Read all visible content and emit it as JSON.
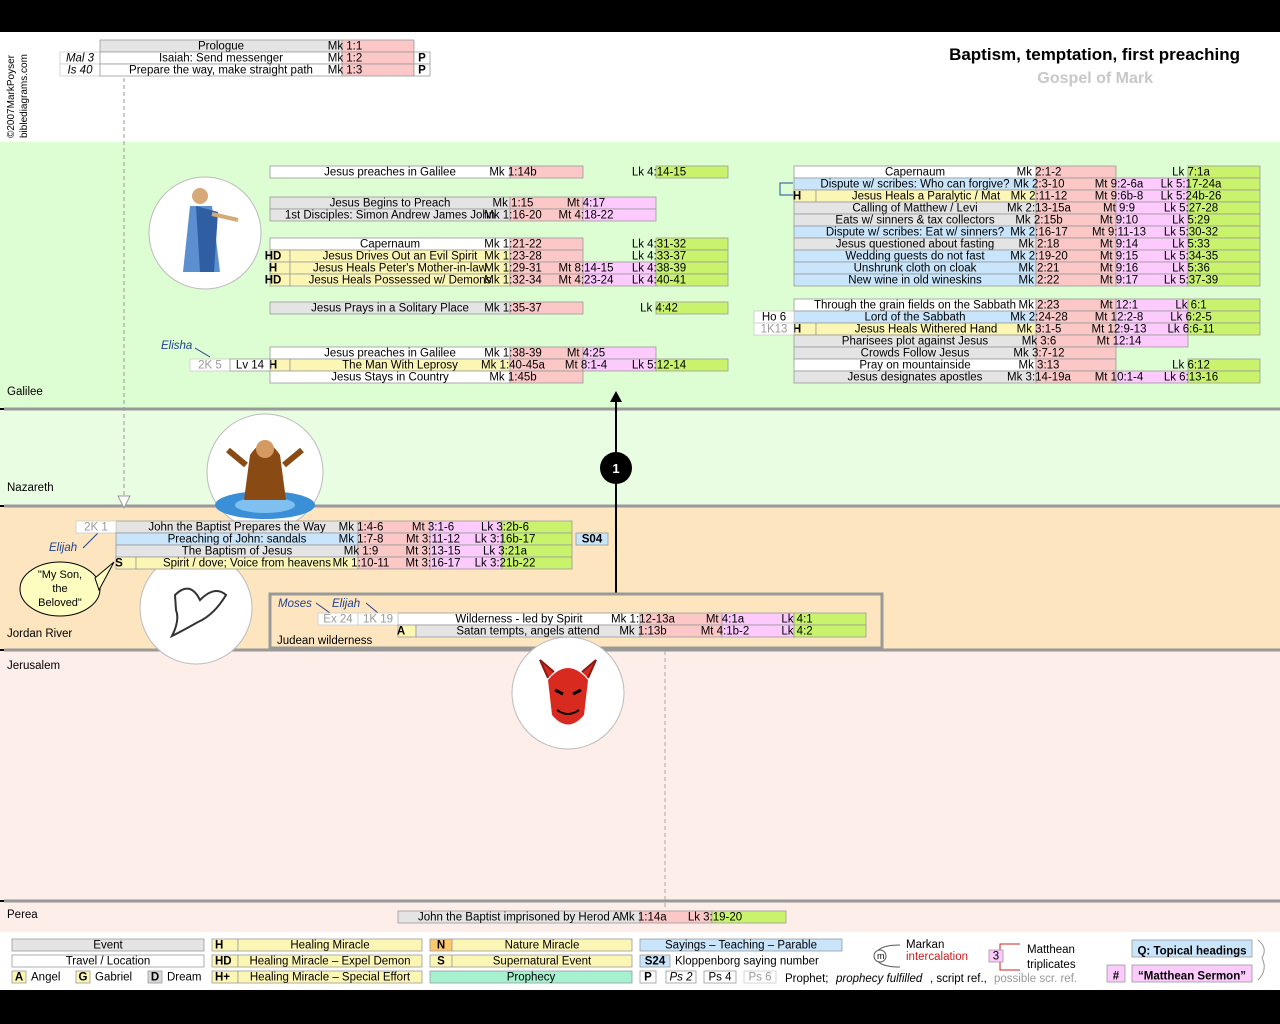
{
  "header": {
    "title": "Baptism, temptation, first preaching",
    "subtitle": "Gospel of Mark",
    "copyright": "©2007MarkPoyser",
    "site": "biblediagrams.com"
  },
  "regions": {
    "galilee": "Galilee",
    "nazareth": "Nazareth",
    "jordan": "Jordan River",
    "jerusalem": "Jerusalem",
    "perea": "Perea",
    "judean": "Judean wilderness"
  },
  "colors": {
    "header_bg": "#ffffff",
    "galilee": "#ddfdd2",
    "nazareth": "#e9fde2",
    "jordan": "#fde6bf",
    "jerusalem": "#fdeeea",
    "perea": "#fdeeea",
    "event": "#e4e4e4",
    "travel": "#ffffff",
    "mk": "#fbc7c7",
    "mt": "#fccafc",
    "lk": "#c9f36d",
    "sayings": "#c9e5fb",
    "healing": "#fcf6b5",
    "nature": "#fcc96b",
    "prophecy": "#a6f1d0",
    "region_line": "#999999"
  },
  "prologue_rows": [
    {
      "pre": "",
      "ev": "Prologue",
      "mk": "Mk 1:1",
      "tag": ""
    },
    {
      "pre": "Mal 3",
      "ev": "Isaiah: Send messenger",
      "mk": "Mk 1:2",
      "tag": "P"
    },
    {
      "pre": "Is 40",
      "ev": "Prepare the way, make straight path",
      "mk": "Mk 1:3",
      "tag": "P"
    }
  ],
  "galilee_left": [
    {
      "ev": "Jesus preaches in Galilee",
      "kind": "travel",
      "mk": "Mk 1:14b",
      "mt": "",
      "lk": "Lk 4:14-15"
    },
    {
      "ev": "Jesus Begins to Preach",
      "kind": "event",
      "mk": "Mk 1:15",
      "mt": "Mt 4:17",
      "lk": ""
    },
    {
      "ev": "1st Disciples: Simon Andrew James John",
      "kind": "event",
      "mk": "Mk 1:16-20",
      "mt": "Mt 4:18-22",
      "lk": ""
    },
    {
      "ev": "Capernaum",
      "kind": "travel",
      "mk": "Mk 1:21-22",
      "mt": "",
      "lk": "Lk 4:31-32"
    },
    {
      "tag": "HD",
      "ev": "Jesus Drives Out an Evil Spirit",
      "kind": "healing",
      "mk": "Mk 1:23-28",
      "mt": "",
      "lk": "Lk 4:33-37"
    },
    {
      "tag": "H",
      "ev": "Jesus Heals Peter's Mother-in-law",
      "kind": "healing",
      "mk": "Mk 1:29-31",
      "mt": "Mt 8:14-15",
      "lk": "Lk 4:38-39"
    },
    {
      "tag": "HD",
      "ev": "Jesus Heals Possessed w/ Demons",
      "kind": "healing",
      "mk": "Mk 1:32-34",
      "mt": "Mt 4:23-24",
      "lk": "Lk 4:40-41"
    },
    {
      "ev": "Jesus Prays in a Solitary Place",
      "kind": "event",
      "mk": "Mk 1:35-37",
      "mt": "",
      "lk": "Lk 4:42"
    },
    {
      "ev": "Jesus preaches in Galilee",
      "kind": "travel",
      "mk": "Mk 1:38-39",
      "mt": "Mt 4:25",
      "lk": ""
    },
    {
      "pre1": "2K 5",
      "pre2": "Lv 14",
      "tag": "H",
      "ev": "The Man With Leprosy",
      "kind": "healing",
      "mk": "Mk 1:40-45a",
      "mt": "Mt 8:1-4",
      "lk": "Lk 5:12-14"
    },
    {
      "ev": "Jesus Stays in Country",
      "kind": "travel",
      "mk": "Mk 1:45b",
      "mt": "",
      "lk": ""
    }
  ],
  "elisha_label": "Elisha",
  "galilee_right": [
    {
      "ev": "Capernaum",
      "kind": "travel",
      "mk": "Mk 2:1-2",
      "mt": "",
      "lk": "Lk 7:1a"
    },
    {
      "ev": "Dispute w/ scribes: Who can forgive?",
      "kind": "sayings",
      "mk": "Mk 2:3-10",
      "mt": "Mt 9:2-6a",
      "lk": "Lk 5:17-24a"
    },
    {
      "tag": "H",
      "ev": "Jesus Heals a Paralytic / Mat",
      "kind": "healing",
      "mk": "Mk 2:11-12",
      "mt": "Mt 9:6b-8",
      "lk": "Lk 5:24b-26"
    },
    {
      "ev": "Calling of Matthew / Levi",
      "kind": "event",
      "mk": "Mk 2:13-15a",
      "mt": "Mt 9:9",
      "lk": "Lk 5:27-28"
    },
    {
      "ev": "Eats w/ sinners & tax collectors",
      "kind": "event",
      "mk": "Mk 2:15b",
      "mt": "Mt 9:10",
      "lk": "Lk 5:29"
    },
    {
      "ev": "Dispute w/ scribes: Eat w/ sinners?",
      "kind": "sayings",
      "mk": "Mk 2:16-17",
      "mt": "Mt 9:11-13",
      "lk": "Lk 5:30-32"
    },
    {
      "ev": "Jesus questioned about fasting",
      "kind": "event",
      "mk": "Mk 2:18",
      "mt": "Mt 9:14",
      "lk": "Lk 5:33"
    },
    {
      "ev": "Wedding guests do not fast",
      "kind": "sayings",
      "mk": "Mk 2:19-20",
      "mt": "Mt 9:15",
      "lk": "Lk 5:34-35"
    },
    {
      "ev": "Unshrunk cloth on cloak",
      "kind": "sayings",
      "mk": "Mk 2:21",
      "mt": "Mt 9:16",
      "lk": "Lk 5:36"
    },
    {
      "ev": "New wine in old wineskins",
      "kind": "sayings",
      "mk": "Mk 2:22",
      "mt": "Mt 9:17",
      "lk": "Lk 5:37-39"
    },
    {
      "ev": "Through the grain fields on the Sabbath",
      "kind": "travel",
      "mk": "Mk 2:23",
      "mt": "Mt 12:1",
      "lk": "Lk 6:1"
    },
    {
      "pre": "Ho 6",
      "ev": "Lord of the Sabbath",
      "kind": "sayings",
      "mk": "Mk 2:24-28",
      "mt": "Mt 12:2-8",
      "lk": "Lk 6:2-5"
    },
    {
      "pre": "1K13",
      "tag": "H",
      "ev": "Jesus Heals Withered Hand",
      "kind": "healing",
      "mk": "Mk 3:1-5",
      "mt": "Mt 12:9-13",
      "lk": "Lk 6:6-11"
    },
    {
      "ev": "Pharisees plot against Jesus",
      "kind": "event",
      "mk": "Mk 3:6",
      "mt": "Mt 12:14",
      "lk": ""
    },
    {
      "ev": "Crowds Follow Jesus",
      "kind": "event",
      "mk": "Mk 3:7-12",
      "mt": "",
      "lk": ""
    },
    {
      "ev": "Pray on mountainside",
      "kind": "travel",
      "mk": "Mk 3:13",
      "mt": "",
      "lk": "Lk 6:12"
    },
    {
      "ev": "Jesus designates apostles",
      "kind": "event",
      "mk": "Mk 3:14-19a",
      "mt": "Mt 10:1-4",
      "lk": "Lk 6:13-16"
    }
  ],
  "jordan_rows": [
    {
      "pre": "2K 1",
      "ev": "John the Baptist Prepares the Way",
      "kind": "event",
      "mk": "Mk 1:4-6",
      "mt": "Mt 3:1-6",
      "lk": "Lk 3:2b-6"
    },
    {
      "ev": "Preaching of John: sandals",
      "kind": "sayings",
      "mk": "Mk 1:7-8",
      "mt": "Mt 3:11-12",
      "lk": "Lk 3:16b-17",
      "s": "S04"
    },
    {
      "ev": "The Baptism of Jesus",
      "kind": "event",
      "mk": "Mk 1:9",
      "mt": "Mt 3:13-15",
      "lk": "Lk 3:21a"
    },
    {
      "tag": "S",
      "ev": "Spirit / dove; Voice from heavens",
      "kind": "healing",
      "mk": "Mk 1:10-11",
      "mt": "Mt 3:16-17",
      "lk": "Lk 3:21b-22"
    }
  ],
  "elijah_label": "Elijah",
  "voice_bubble": [
    "\"My Son,",
    "the",
    "Beloved\""
  ],
  "wilderness_rows": [
    {
      "pre1": "Ex 24",
      "pre2": "1K 19",
      "ev": "Wilderness - led by Spirit",
      "kind": "travel",
      "mk": "Mk 1:12-13a",
      "mt": "Mt 4:1a",
      "lk": "Lk 4:1"
    },
    {
      "tag": "A",
      "ev": "Satan tempts, angels attend",
      "kind": "event",
      "mk": "Mk 1:13b",
      "mt": "Mt 4:1b-2",
      "lk": "Lk 4:2"
    }
  ],
  "wilderness_labels": {
    "moses": "Moses",
    "elijah": "Elijah"
  },
  "perea_row": {
    "ev": "John the Baptist imprisoned by Herod A",
    "mk": "Mk 1:14a",
    "lk": "Lk 3:19-20"
  },
  "marker": "1",
  "icons": [
    "jesus-figure",
    "baptist-in-water",
    "dove",
    "devil-head"
  ],
  "legend": {
    "event": "Event",
    "travel": "Travel / Location",
    "angel_tag": "A",
    "angel": "Angel",
    "gabriel_tag": "G",
    "gabriel": "Gabriel",
    "dream_tag": "D",
    "dream": "Dream",
    "h_tag": "H",
    "h": "Healing Miracle",
    "hd_tag": "HD",
    "hd": "Healing Miracle – Expel Demon",
    "hp_tag": "H+",
    "hp": "Healing Miracle – Special Effort",
    "n_tag": "N",
    "n": "Nature Miracle",
    "s_tag": "S",
    "s": "Supernatural Event",
    "prophecy": "Prophecy",
    "sayings": "Sayings – Teaching – Parable",
    "s24": "S24",
    "kloppenborg": "Kloppenborg saying number",
    "p": "P",
    "ps2": "Ps 2",
    "ps4": "Ps 4",
    "ps6": "Ps 6",
    "prophet1": "Prophet; ",
    "prophet2": "prophecy fulfilled",
    "prophet3": ", script ref., ",
    "prophet4": "possible scr. ref.",
    "markan1": "Markan",
    "markan2": "intercalation",
    "m_circle": "m",
    "trip_num": "3",
    "trip1": "Matthean",
    "trip2": "triplicates",
    "topical": "Q: Topical headings",
    "hash": "#",
    "sermon": "“Matthean Sermon”"
  }
}
